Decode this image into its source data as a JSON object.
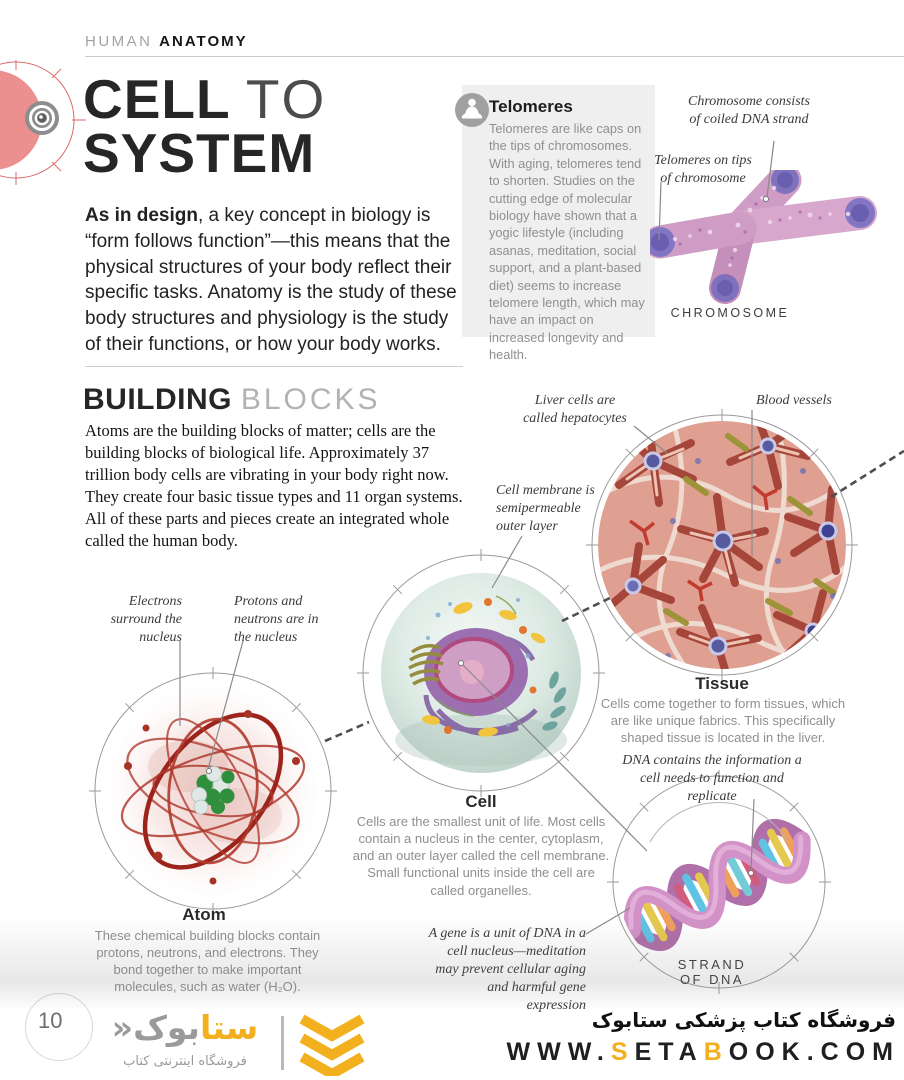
{
  "header": {
    "eyebrow_light": "HUMAN",
    "eyebrow_bold": "ANATOMY"
  },
  "title": {
    "line1_bold": "CELL",
    "line1_light": "TO",
    "line2": "SYSTEM"
  },
  "intro": {
    "lead": "As in design",
    "rest": ", a key concept in biology is “form follows function”—this means that the physical structures of your body reflect their specific tasks. Anatomy is the study of these body structures and physiology is the study of their functions, or how your body works."
  },
  "telomeres_box": {
    "title": "Telomeres",
    "body": "Telomeres are like caps on the tips of chromosomes. With aging, telomeres tend to shorten. Studies on the cutting edge of molecular biology have shown that a yogic lifestyle (including asanas, meditation, social support, and a plant-based diet) seems to increase telomere length, which may have an impact on increased longevity and health."
  },
  "chromosome_figure": {
    "label_dna_strand": "Chromosome consists of coiled DNA strand",
    "label_telomeres": "Telomeres on tips of chromosome",
    "caption": "CHROMOSOME"
  },
  "building_blocks": {
    "heading_bold": "BUILDING",
    "heading_light": "BLOCKS",
    "body": "Atoms are the building blocks of matter; cells are the building blocks of biological life. Approximately 37 trillion body cells are vibrating in your body right now. They create four basic tissue types and 11 organ systems. All of these parts and pieces create an integrated whole called the human body."
  },
  "tissue_figure": {
    "label_liver": "Liver cells are called hepatocytes",
    "label_blood": "Blood vessels",
    "label_membrane": "Cell membrane is semipermeable outer layer",
    "title": "Tissue",
    "body": "Cells come together to form tissues, which are like unique fabrics. This specifically shaped tissue is located in the liver."
  },
  "cell_figure": {
    "title": "Cell",
    "body": "Cells are the smallest unit of life. Most cells contain a nucleus in the center, cytoplasm, and an outer layer called the cell membrane. Small functional units inside the cell are called organelles."
  },
  "atom_figure": {
    "label_electrons": "Electrons surround the nucleus",
    "label_protons": "Protons and neutrons are in the nucleus",
    "title": "Atom",
    "body": "These chemical building blocks contain protons, neutrons, and electrons. They bond together to make important molecules, such as water (H₂O)."
  },
  "dna_figure": {
    "label_dna": "DNA contains the information a cell needs to function and replicate",
    "label_gene": "A gene is a unit of DNA in a cell nucleus—meditation may prevent cellular aging and harmful gene expression",
    "caption_line1": "STRAND",
    "caption_line2": "OF DNA"
  },
  "footer": {
    "page_number": "10",
    "logo": {
      "name_start": "ستا",
      "name_end": "بوک",
      "mark": "«",
      "subtitle": "فروشگاه اینترنتی کتاب"
    },
    "store_line": "فروشگاه کتاب پزشکی ستابوک",
    "url": {
      "p1": "WWW.",
      "p2": "S",
      "p3": "ETA",
      "p4": "B",
      "p5": "OOK.COM"
    }
  },
  "colors": {
    "accent_yellow": "#F2B01E",
    "salmon": "#EC8F8F",
    "box_gray": "#EFEFEF",
    "line_gray": "#8A8A8A"
  },
  "icons": {
    "meditation": "meditation-icon",
    "lens": "lens-target-icon",
    "logo_mark": "setabook-chevron-icon"
  }
}
